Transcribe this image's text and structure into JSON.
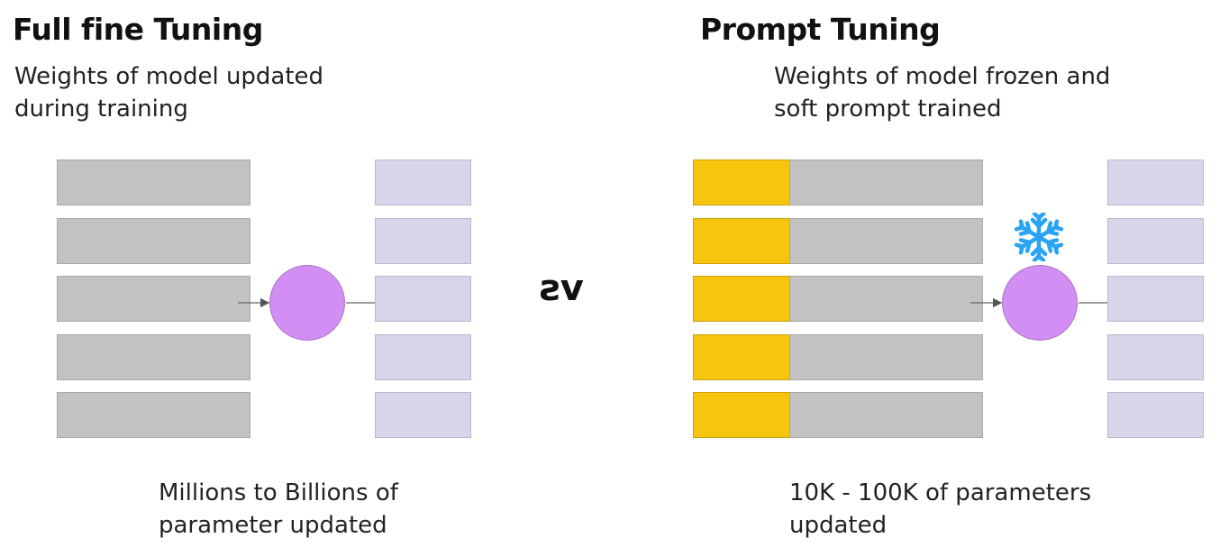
{
  "left": {
    "title": "Full fine Tuning",
    "description_line1": "Weights of model updated",
    "description_line2": "during training",
    "caption_line1": "Millions to Billions of",
    "caption_line2": "parameter updated"
  },
  "separator": "vs",
  "right": {
    "title": "Prompt Tuning",
    "description_line1": "Weights of model frozen and",
    "description_line2": "soft prompt trained",
    "caption_line1": "10K - 100K of parameters",
    "caption_line2": "updated",
    "frozen_icon": "snowflake-icon"
  },
  "colors": {
    "model_layer": "#c2c2c2",
    "output_layer": "#d9d4ea",
    "soft_prompt": "#f7c50e",
    "node": "#d28ef3",
    "snowflake": "#2ba3f5"
  }
}
